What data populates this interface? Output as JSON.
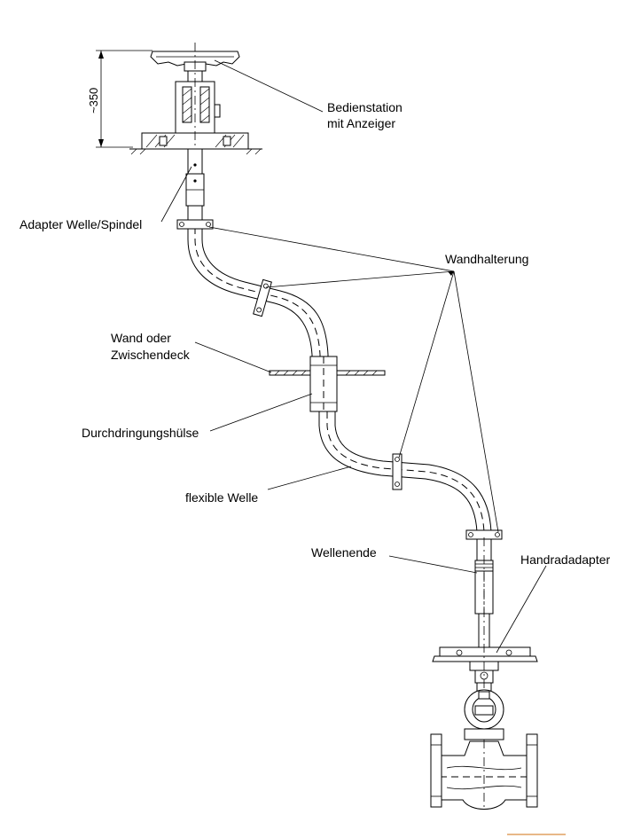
{
  "labels": {
    "bedienstation": "Bedienstation",
    "mit_anzeiger": "mit Anzeiger",
    "adapter": "Adapter Welle/Spindel",
    "wandhalterung": "Wandhalterung",
    "wand_oder": "Wand oder",
    "zwischendeck": "Zwischendeck",
    "durchdringung": "Durchdringungshülse",
    "flexible_welle": "flexible Welle",
    "wellenende": "Wellenende",
    "handradadapter": "Handradadapter"
  },
  "dimension": {
    "height_label": "~350"
  },
  "colors": {
    "line": "#000000",
    "accent_mark": "#e0a060"
  }
}
